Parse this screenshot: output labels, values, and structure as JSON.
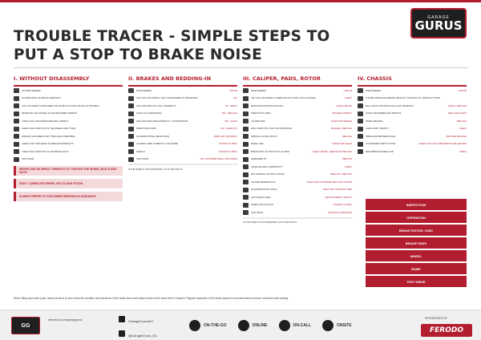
{
  "header": {
    "title_line1": "TROUBLE TRACER - SIMPLE STEPS TO",
    "title_line2": "PUT A STOP TO BRAKE NOISE",
    "logo_top": "GARAGE",
    "logo_main": "GURUS"
  },
  "columns": [
    {
      "heading": "I. WITHOUT DISASSEMBLY",
      "rows": [
        {
          "text": "NO RAMP NEEDED",
          "result": ""
        },
        {
          "text": "AN INBALANCE OF FRESH OPERATION",
          "result": ""
        },
        {
          "text": "ASK CUSTOMER TO DESCRIBE THE NOISE IN AS MUCH DETAIL AS POSSIBLE",
          "result": ""
        },
        {
          "text": "RECREATE THE NOISE(S) IN THE DESCRIBED TERRAIN",
          "result": ""
        },
        {
          "text": "CHECK THE TYRE PRESSURES ARE CORRECT",
          "result": ""
        },
        {
          "text": "CHECK THE CONDITION OF THE WHEELS AND TYRES",
          "result": ""
        },
        {
          "text": "ENSURE THE WHEELS AND TYRES ARE COMPATIBLE",
          "result": ""
        },
        {
          "text": "CHECK FOR TYRE WEAR OR IMBALANCE/WEIGHTS",
          "result": ""
        },
        {
          "text": "CHECK THE CONDITION OF THE BRAKE DISCS",
          "result": ""
        },
        {
          "text": "TEST DRIVE",
          "result": ""
        }
      ],
      "notes": [
        "NEVER USE AN IMPACT WRENCH TO TIGHTEN THE WHEEL BOLTS AND NUTS.",
        "DON'T LUBRICATE WHEEL BOLTS AND STUDS.",
        "ALWAYS REFER TO CUSTOMER BEDDING-IN GUIDANCE"
      ]
    },
    {
      "heading": "II. BRAKES AND BEDDING-IN",
      "rows": [
        {
          "text": "RAMP NEEDED",
          "result": "< 600 KM"
        },
        {
          "text": "ASK THE CUSTOMER IF THEY HAVE BEDDED-IN THE BRAKES",
          "result": "YES"
        },
        {
          "text": "DISC AND PADS NOT FULLY BEDDED IN",
          "result": "NO - BED IN"
        },
        {
          "text": "SIGNS OF OVERHEATING",
          "result": "YES - REPLACE"
        },
        {
          "text": "DISC AND PADS ARE EXTERNALLY CONTAMINATED",
          "result": "YES - CLEAN"
        },
        {
          "text": "DIRECTIONAL PADS",
          "result": "YES - CHECK FIT"
        },
        {
          "text": "NON-DIRECTIONAL BRAKE PADS",
          "result": "SWAP LEFT AND RIGHT"
        },
        {
          "text": "CALIPER GUIDE CORRECTLY TIGHTENED",
          "result": "TIGHTEN TO SPEC"
        },
        {
          "text": "WHEELS",
          "result": "TIGHTEN TO SPEC"
        },
        {
          "text": "TEST DRIVE",
          "result": "LET CUSTOMER MAKE A TEST DRIVE"
        }
      ],
      "notes": [
        "IF THE NOISE IS NOT ELIMINATED, GO TO SECTION III"
      ]
    },
    {
      "heading": "III. CALIPER, PADS, ROTOR",
      "rows": [
        {
          "text": "RAMP NEEDED",
          "result": "< 600 KM"
        },
        {
          "text": "ASK THE CUSTOMER IF THERE WAS ANYTHING THAT CHANGED",
          "result": "CHECK"
        },
        {
          "text": "BRAKE RECONDITION AND DISC",
          "result": "CLEAN / BRUSH"
        },
        {
          "text": "DIRECTIONAL PADS",
          "result": "ENSURE CORRECT"
        },
        {
          "text": "CALIPER PINS",
          "result": "CLEAN AND GREASE"
        },
        {
          "text": "DISC CONDITION, RUST OR CORROSION",
          "result": "MACHINE / REPLACE"
        },
        {
          "text": "SPRINGS, PLATES, BOLTS",
          "result": "REPLACE"
        },
        {
          "text": "WHEEL HUB",
          "result": "CHECK AND CLEAN"
        },
        {
          "text": "BRAKE DUST ON PISTON OR CALIPER",
          "result": "CHECK, BRUSH, GREASE OR REPLACE"
        },
        {
          "text": "HARDWARE KIT",
          "result": "REPLACE"
        },
        {
          "text": "SHIMS AND PAD COMPATIBILITY",
          "result": "CHECK"
        },
        {
          "text": "PAD SURFACE CRYSTALLISATION",
          "result": "PEEL OFF / REPLACE"
        },
        {
          "text": "CALIPER SEIZED/STUCK",
          "result": "CHECK AND IF DAMAGED REPLACE CALIPER"
        },
        {
          "text": "NON-DIRECTIONAL DISCS",
          "result": "SWAP LEFT AND RIGHT SIDE"
        },
        {
          "text": "ANTI-SQUEAL SHIM",
          "result": "CHECK INTEGRITY AND FIT"
        },
        {
          "text": "WHEEL INSTALLATION",
          "result": "TIGHTEN TO SPEC"
        },
        {
          "text": "TEST DRIVE",
          "result": "SIMULATE CONDITIONS"
        }
      ],
      "notes": [
        "IF THE NOISE IS NOT ELIMINATED, GO TO SECTION IV"
      ]
    },
    {
      "heading": "IV. CHASSIS",
      "rows": [
        {
          "text": "RAMP NEEDED",
          "result": "> 600 KM"
        },
        {
          "text": "IF WORK PERIOD EXCEEDED, BEGIN BY CHECKING ALL PREVIOUS STEPS",
          "result": ""
        },
        {
          "text": "BALL JOINTS, BUSHINGS AND LIGHT BEARINGS",
          "result": "CHECK / REPLACE"
        },
        {
          "text": "SHOCK ABSORBERS AND SPRINGS",
          "result": "REPLACE IN SETS"
        },
        {
          "text": "WHEEL BEARING",
          "result": "REPLACE"
        },
        {
          "text": "CHECK BODY RIGIDITY",
          "result": "CHECK"
        },
        {
          "text": "IMBALANCE BETWEEN AXLES",
          "result": "RESTORE BALANCE"
        },
        {
          "text": "COUNTERFEIT PARTS FITTED",
          "result": "CHECK THAT THE COMPONENTS ARE GENUINE"
        },
        {
          "text": "REFURBISHED WHEEL HUB",
          "result": "CHECK"
        }
      ],
      "notes": []
    }
  ],
  "legend": [
    "INSPECTION",
    "OPERATION",
    "BRAKE ROTOR / DISC",
    "BRAKE PADS",
    "WHEEL",
    "RAMP",
    "TEST DRIVE"
  ],
  "bottom_note": "When fitting new brake pads, fault process is to also check the condition and thickness of the brake discs and replace these at the same time if required. Regular inspection of the brake system is recommended to ensure continued safe braking.",
  "footer": {
    "site": "www.ferodo.com/garagegurus",
    "social_1": "/GarageGurusEU",
    "social_2": "@GarageGurus_EU",
    "badge_1": "ON-THE-GO",
    "badge_2": "ONLINE",
    "badge_3": "ON-CALL",
    "badge_4": "ONSITE",
    "sponsored": "SPONSORED BY",
    "brand": "FERODO"
  }
}
